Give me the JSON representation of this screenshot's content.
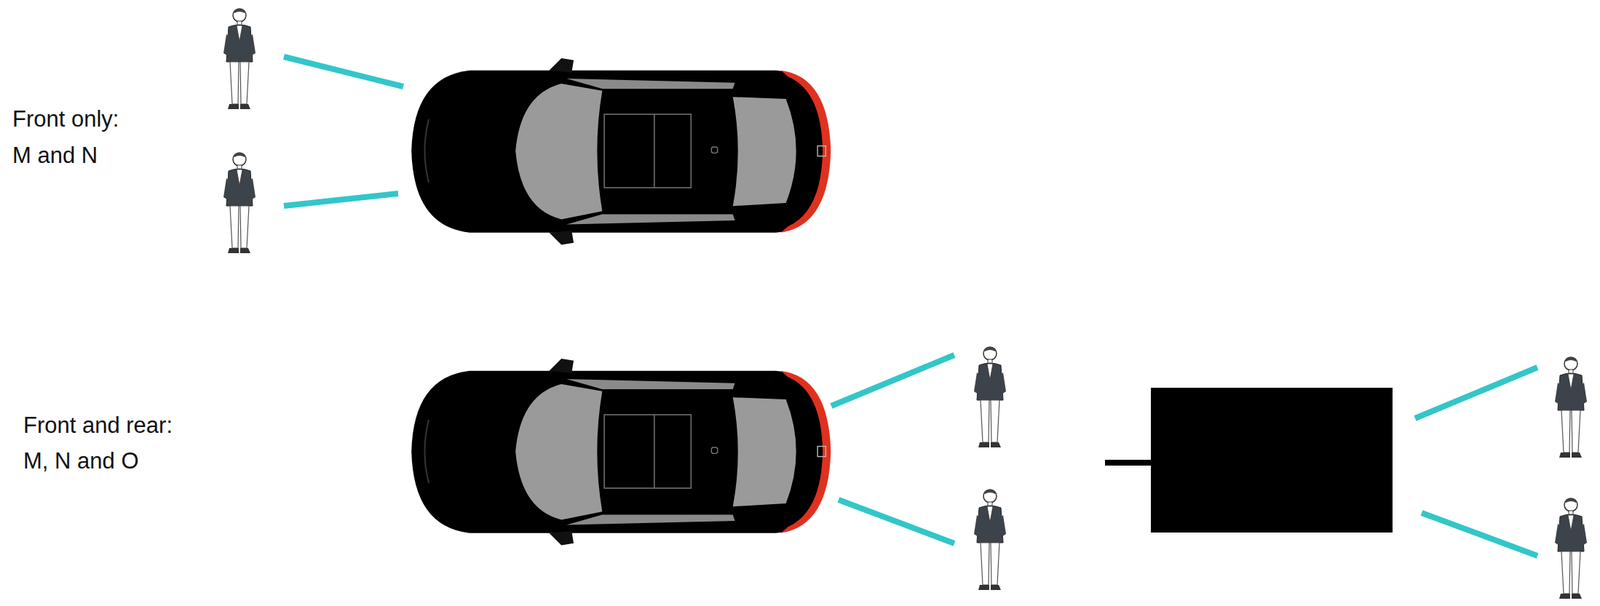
{
  "diagram": {
    "labels": [
      "Front only:",
      "M and N",
      "Front and rear:",
      "M, N and O"
    ]
  }
}
